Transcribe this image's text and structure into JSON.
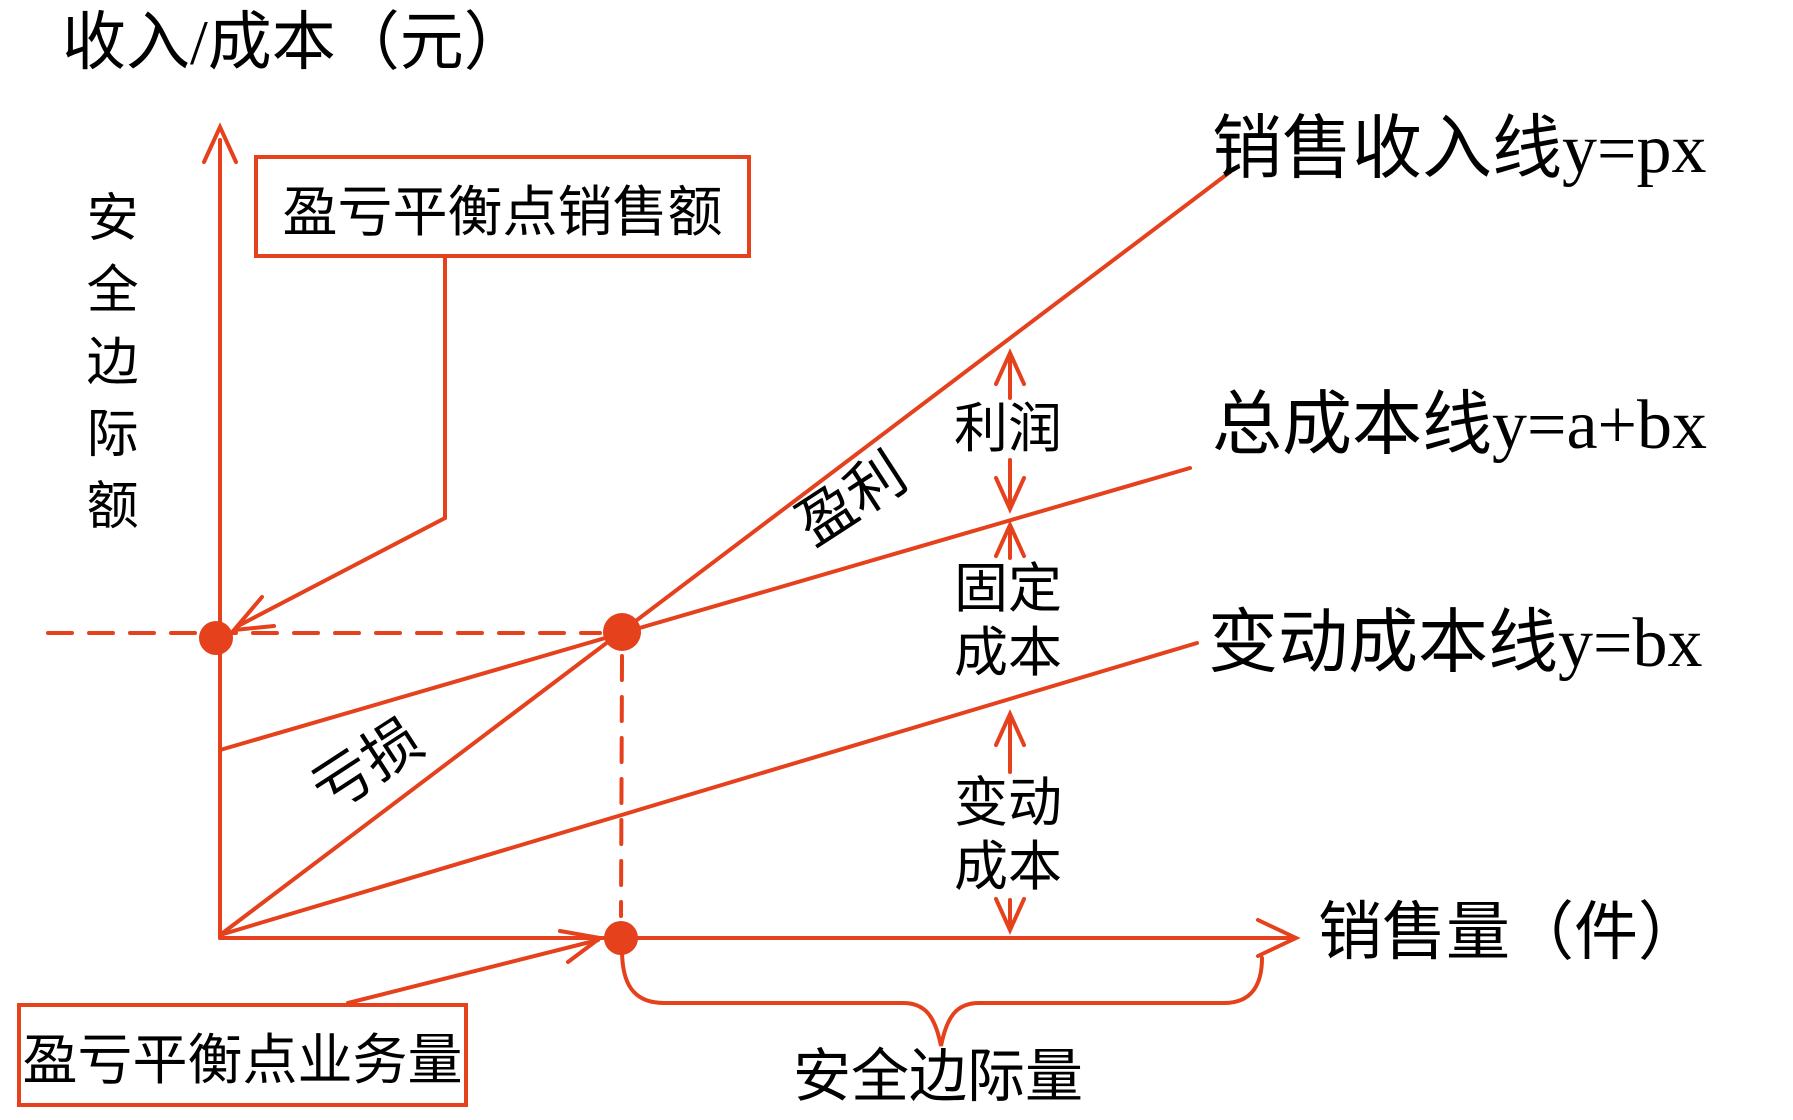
{
  "accent_color": "#e5411c",
  "text_color": "#000000",
  "axes": {
    "y_label": "收入/成本（元）",
    "x_label": "销售量（件）",
    "y_side_label": "安全边际额"
  },
  "lines": {
    "revenue": "销售收入线y=px",
    "total_cost": "总成本线y=a+bx",
    "variable_cost": "变动成本线y=bx"
  },
  "regions": {
    "profit": "盈利",
    "loss": "亏损"
  },
  "measures": {
    "profit": "利润",
    "fixed_cost": [
      "固定",
      "成本"
    ],
    "variable_cost": [
      "变动",
      "成本"
    ],
    "safety_margin_qty": "安全边际量"
  },
  "callouts": {
    "bep_sales": "盈亏平衡点销售额",
    "bep_volume": "盈亏平衡点业务量"
  }
}
